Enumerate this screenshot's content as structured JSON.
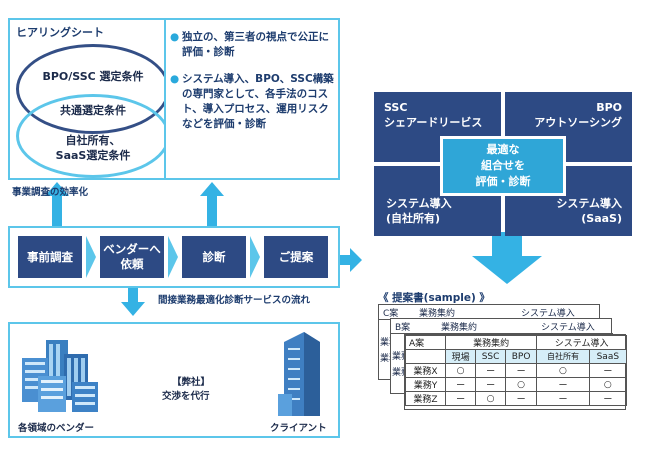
{
  "hearing": {
    "title": "ヒアリングシート",
    "top_line1": "BPO/SSC 選定条件",
    "common": "共通選定条件",
    "bottom_line1": "自社所有、",
    "bottom_line2": "SaaS選定条件"
  },
  "bullets": [
    {
      "text": "独立の、第三者の視点で公正に評価・診断"
    },
    {
      "text": "システム導入、BPO、SSC構築の専門家として、各手法のコスト、導入プロセス、運用リスクなどを評価・診断"
    }
  ],
  "efficiency_label": "事業調査の効率化",
  "flow": {
    "steps": [
      "事前調査",
      "ベンダーへ\n依頼",
      "診断",
      "ご提案"
    ],
    "caption": "間接業務最適化診断サービスの流れ"
  },
  "quadrants": {
    "tl_1": "SSC",
    "tl_2": "シェアードリービス",
    "tr_1": "BPO",
    "tr_2": "アウトソーシング",
    "bl_1": "システム導入",
    "bl_2": "(自社所有)",
    "br_1": "システム導入",
    "br_2": "(SaaS)",
    "center_1": "最適な",
    "center_2": "組合せを",
    "center_3": "評価・診断"
  },
  "proposal": {
    "title": "《 提案書(sample) 》",
    "sheets": [
      "C案",
      "B案",
      "A案"
    ],
    "group_1": "業務集約",
    "group_2": "システム導入",
    "columns": [
      "現場",
      "SSC",
      "BPO",
      "自社所有",
      "SaaS"
    ],
    "rows": [
      {
        "label": "業務X",
        "cells": [
          "○",
          "ー",
          "ー",
          "○",
          "ー"
        ]
      },
      {
        "label": "業務Y",
        "cells": [
          "ー",
          "ー",
          "○",
          "ー",
          "○"
        ]
      },
      {
        "label": "業務Z",
        "cells": [
          "ー",
          "○",
          "ー",
          "ー",
          "ー"
        ]
      }
    ],
    "side_labels": [
      "業務",
      "業務",
      "業務",
      "業務"
    ]
  },
  "negotiation": {
    "vendors": "各領域のベンダー",
    "center_1": "【弊社】",
    "center_2": "交渉を代行",
    "client": "クライアント"
  }
}
